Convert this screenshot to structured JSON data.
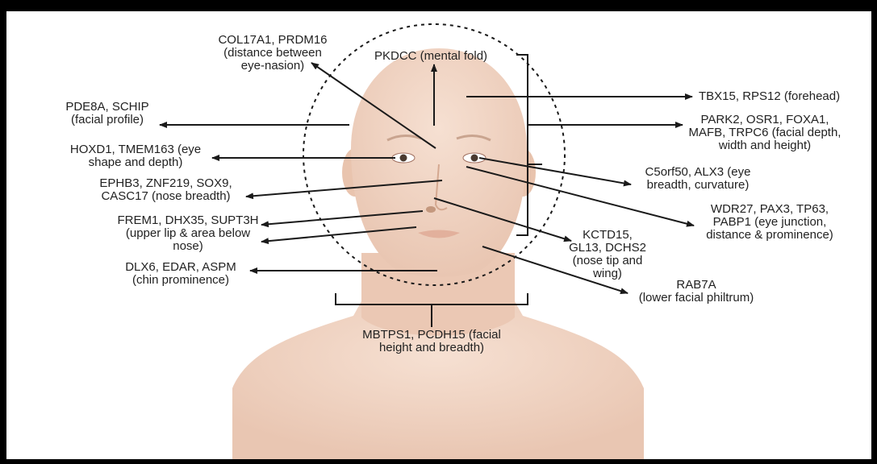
{
  "labels": {
    "col17a1": "COL17A1, PRDM16\n(distance between\neye-nasion)",
    "pkdcc": "PKDCC (mental fold)",
    "tbx15": "TBX15, RPS12 (forehead)",
    "pde8a": "PDE8A, SCHIP\n(facial profile)",
    "park2": "PARK2, OSR1, FOXA1,\nMAFB, TRPC6 (facial depth,\nwidth and height)",
    "hoxd1": "HOXD1, TMEM163 (eye\nshape and depth)",
    "c5orf50": "C5orf50, ALX3 (eye\nbreadth, curvature)",
    "ephb3": "EPHB3, ZNF219, SOX9,\nCASC17 (nose breadth)",
    "wdr27": "WDR27, PAX3, TP63,\nPABP1 (eye junction,\ndistance & prominence)",
    "frem1": "FREM1, DHX35, SUPT3H\n(upper lip & area below\nnose)",
    "kctd15": "KCTD15,\nGL13, DCHS2\n(nose tip and\nwing)",
    "dlx6": "DLX6, EDAR, ASPM\n(chin prominence)",
    "rab7a": "RAB7A\n(lower facial philtrum)",
    "mbtps1": "MBTPS1, PCDH15 (facial\nheight and breadth)"
  },
  "colors": {
    "skin": "#f2d6c6",
    "skin_shadow": "#e8c0aa",
    "arrow": "#1a1a1a",
    "frame": "#000000"
  },
  "icons": [
    "human-head-illustration",
    "dashed-circle-outline",
    "bracket-right",
    "bracket-bottom"
  ]
}
